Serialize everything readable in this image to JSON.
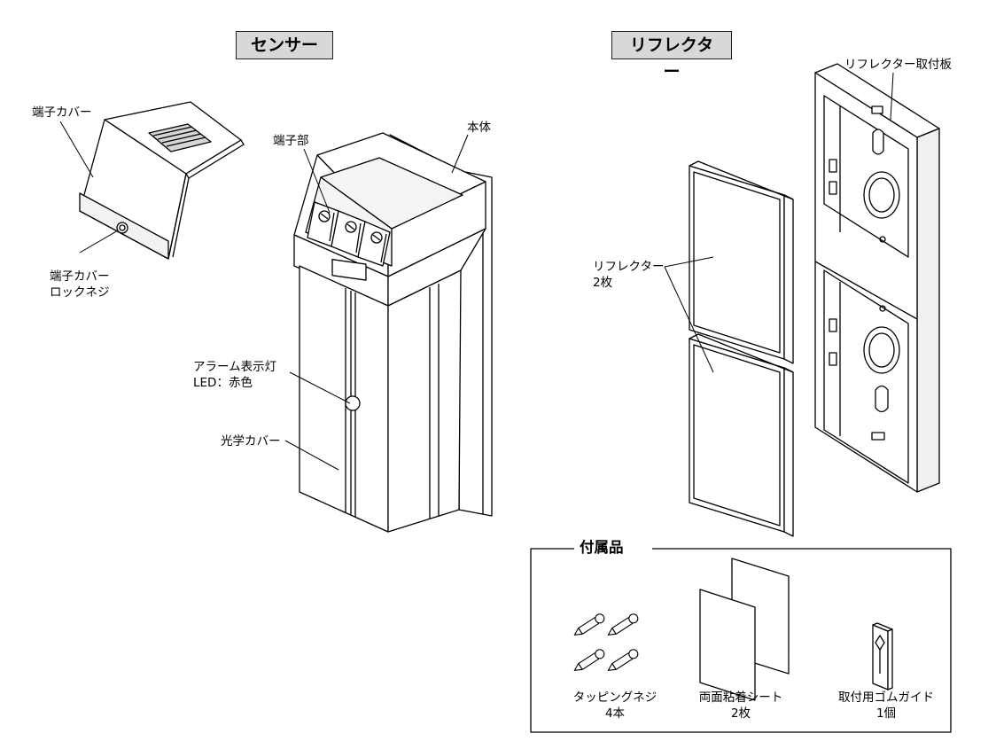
{
  "titles": {
    "sensor": "センサー",
    "reflector": "リフレクター"
  },
  "sensor_labels": {
    "terminal_cover": "端子カバー",
    "terminal_part": "端子部",
    "body": "本体",
    "lock_screw_l1": "端子カバー",
    "lock_screw_l2": "ロックネジ",
    "alarm_l1": "アラーム表示灯",
    "alarm_l2": "LED：赤色",
    "optical_cover": "光学カバー"
  },
  "reflector_labels": {
    "mount_plate": "リフレクター取付板",
    "reflector_l1": "リフレクター",
    "reflector_l2": "2枚"
  },
  "accessories": {
    "title": "付属品",
    "items": [
      {
        "name": "タッピングネジ",
        "qty": "4本"
      },
      {
        "name": "両面粘着シート",
        "qty": "2枚"
      },
      {
        "name": "取付用ゴムガイド",
        "qty": "1個"
      }
    ]
  },
  "colors": {
    "line": "#000000",
    "title_fill": "#d8d8d8",
    "shade": "#e9e9e9"
  }
}
